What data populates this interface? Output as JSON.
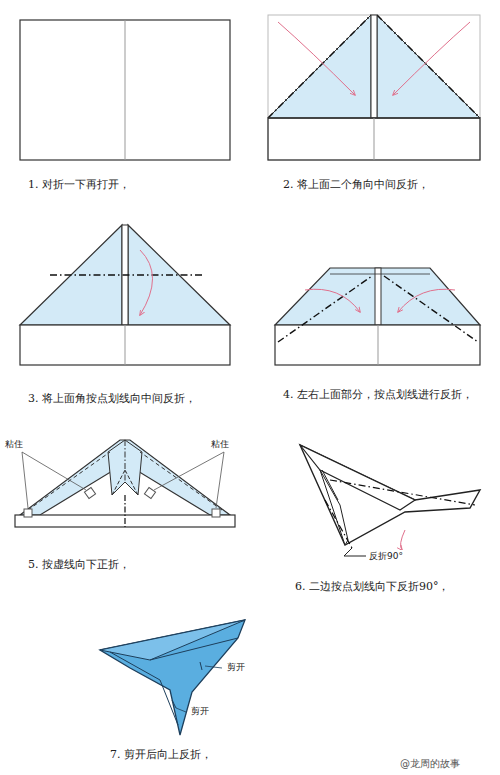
{
  "diagram": {
    "labels": [
      "1. 对折一下再打开，",
      "2. 将上面二个角向中间反折，",
      "3. 将上面角按点划线向中间反折，",
      "4. 左右上面部分，按点划线进行反折，",
      "5. 按虚线向下正折，",
      "粘住",
      "粘住",
      "6. 二边按点划线向下反折90°，",
      "反折90°",
      "7. 剪开后向上反折，",
      "剪开",
      "剪开",
      "@龙周的故事"
    ]
  }
}
